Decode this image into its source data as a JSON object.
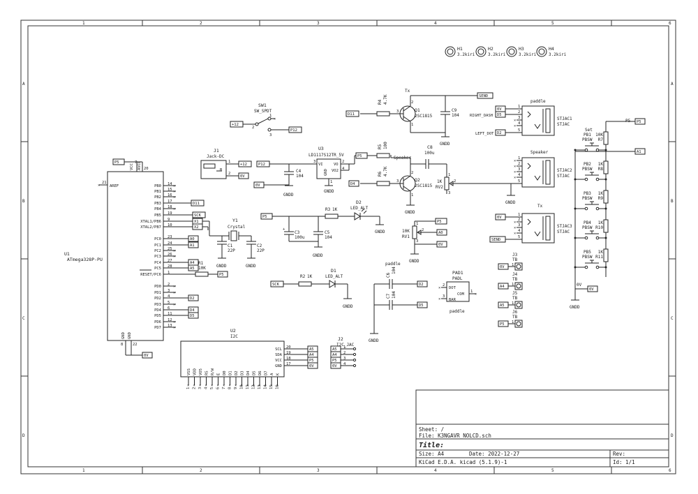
{
  "frame": {
    "cols": [
      "1",
      "2",
      "3",
      "4",
      "5",
      "6"
    ],
    "rows": [
      "A",
      "B",
      "C",
      "D"
    ]
  },
  "title_block": {
    "sheet": "Sheet: /",
    "file": "File: K3NGAVR_NOLCD.sch",
    "title": "Title:",
    "size": "Size: A4",
    "date": "Date: 2022-12-27",
    "rev": "Rev:",
    "tool": "KiCad E.D.A.  kicad (5.1.9)-1",
    "id": "Id: 1/1"
  },
  "holes": [
    {
      "ref": "H1",
      "val": "3.2kiri"
    },
    {
      "ref": "H2",
      "val": "3.2kiri"
    },
    {
      "ref": "H3",
      "val": "3.2kiri"
    },
    {
      "ref": "H4",
      "val": "3.2kiri"
    }
  ],
  "u1": {
    "ref": "U1",
    "value": "ATmega328P-PU",
    "top_pins": [
      {
        "num": "7",
        "name": "VCC"
      },
      {
        "num": "20",
        "name": "AVCC"
      }
    ],
    "aref": {
      "num": "21",
      "name": "AREF"
    },
    "right_pins": [
      {
        "name": "PB0",
        "num": "14"
      },
      {
        "name": "PB1",
        "num": "15"
      },
      {
        "name": "PB2",
        "num": "16"
      },
      {
        "name": "PB3",
        "num": "17"
      },
      {
        "name": "PB4",
        "num": "18"
      },
      {
        "name": "PB5",
        "num": "19"
      },
      {
        "name": "XTAL1/PB6",
        "num": "9"
      },
      {
        "name": "XTAL2/PB7",
        "num": "10"
      },
      {
        "name": "PC0",
        "num": "23"
      },
      {
        "name": "PC1",
        "num": "24"
      },
      {
        "name": "PC2",
        "num": "25"
      },
      {
        "name": "PC3",
        "num": "26"
      },
      {
        "name": "PC4",
        "num": "27"
      },
      {
        "name": "PC5",
        "num": "28"
      },
      {
        "name": "RESET/PC6",
        "num": "1"
      },
      {
        "name": "PD0",
        "num": "2"
      },
      {
        "name": "PD1",
        "num": "3"
      },
      {
        "name": "PD2",
        "num": "4"
      },
      {
        "name": "PD3",
        "num": "5"
      },
      {
        "name": "PD4",
        "num": "6"
      },
      {
        "name": "PD5",
        "num": "11"
      },
      {
        "name": "PD6",
        "num": "12"
      },
      {
        "name": "PD7",
        "num": "13"
      }
    ],
    "gnd_pins": [
      {
        "num": "8",
        "name": "GND"
      },
      {
        "num": "22",
        "name": "GND"
      }
    ],
    "labels": {
      "p5": "P5",
      "d11": "D11",
      "sck": "SCK",
      "x1": "X1",
      "x2": "X2",
      "a0": "A0",
      "a1": "A1",
      "a4": "A4",
      "a5": "A5",
      "d2": "D2",
      "d4": "D4",
      "d5": "D5",
      "zero_v": "0V",
      "r1_p5": "P5"
    }
  },
  "r1": {
    "ref": "R1",
    "val": "10K"
  },
  "y1": {
    "ref": "Y1",
    "val": "Crystal"
  },
  "c1": {
    "ref": "C1",
    "val": "22P"
  },
  "c2": {
    "ref": "C2",
    "val": "22P"
  },
  "gndd": "GNDD",
  "sw1": {
    "ref": "SW1",
    "val": "SW_SPDT",
    "plus12": "+12",
    "p12": "P12",
    "pins": [
      "2",
      "1",
      "3"
    ]
  },
  "j1": {
    "ref": "J1",
    "val": "Jack-DC",
    "pin1": "+12",
    "pin2": "0V",
    "pins": [
      "1",
      "2"
    ],
    "b": "B"
  },
  "u3": {
    "ref": "U3",
    "val": "LD1117S12TR_5V",
    "vi": "VI",
    "vo": "VO",
    "vo2": "VO2",
    "gnd": "GND",
    "pins": [
      "3",
      "2",
      "4",
      "1"
    ],
    "p12": "P12",
    "p5": "P5"
  },
  "c4": {
    "ref": "C4",
    "val": "104"
  },
  "zero_v": "0V",
  "r5": {
    "ref": "R5",
    "val": "100"
  },
  "c3": {
    "ref": "C3",
    "val": "100u"
  },
  "c5": {
    "ref": "C5",
    "val": "104"
  },
  "r3": {
    "ref": "R3",
    "val": "1K"
  },
  "d2": {
    "ref": "D2",
    "val": "LED_ALT"
  },
  "p5_label": "P5",
  "rv1": {
    "ref": "RV1",
    "val": "10K",
    "p5": "P5",
    "a0": "A0",
    "zero_v": "0V",
    "pins": [
      "1",
      "2",
      "3"
    ]
  },
  "r2": {
    "ref": "R2",
    "val": "1K",
    "sck": "SCK"
  },
  "d1": {
    "ref": "D1",
    "val": "LED_ALT"
  },
  "tx_label": "Tx",
  "send": "SEND",
  "r4": {
    "ref": "R4",
    "val": "4.7K"
  },
  "q1": {
    "ref": "Q1",
    "val": "2SC1815",
    "pins": [
      "2",
      "3",
      "1"
    ]
  },
  "c9": {
    "ref": "C9",
    "val": "104"
  },
  "d11": "D11",
  "speaker_label": "Speaker",
  "r6": {
    "ref": "R6",
    "val": "4.7K"
  },
  "q2": {
    "ref": "Q2",
    "val": "2SC1815",
    "pins": [
      "2",
      "3",
      "1"
    ]
  },
  "c8": {
    "ref": "C8",
    "val": "100u"
  },
  "rv2": {
    "ref": "RV2",
    "val": "1K",
    "pins": [
      "1",
      "2",
      "3"
    ]
  },
  "d4": "D4",
  "paddle_title": "paddle",
  "j_paddle": {
    "ref": "STJAC1",
    "val": "STJAC",
    "zero_v": "0V",
    "right": "RIGHT_DASH",
    "left": "LEFT_DOT",
    "d5": "D5",
    "d2": "D2",
    "pins": [
      "1",
      "2",
      "3",
      "4",
      "5"
    ]
  },
  "j_speaker": {
    "ref": "STJAC2",
    "val": "STJAC",
    "title": "Speaker",
    "pins": [
      "1",
      "2",
      "3",
      "4",
      "5"
    ]
  },
  "j_tx": {
    "ref": "STJAC3",
    "val": "STJAC",
    "title": "Tx",
    "zero_v": "0V",
    "send": "SEND",
    "pins": [
      "1",
      "2",
      "3",
      "4",
      "5"
    ]
  },
  "c6": {
    "ref": "C6",
    "val": "104",
    "d2": "D2"
  },
  "c7": {
    "ref": "C7",
    "val": "104",
    "d5": "D5"
  },
  "pad1": {
    "ref": "PAD1",
    "val": "PADL",
    "dot": "DOT",
    "bar": "BAR",
    "com": "COM",
    "footer": "paddle",
    "pins": [
      "2",
      "3",
      "1"
    ]
  },
  "tb": [
    {
      "ref": "J3",
      "val": "TB",
      "net": "0V",
      "pin": "1"
    },
    {
      "ref": "J4",
      "val": "TB",
      "net": "A4",
      "pin": "1"
    },
    {
      "ref": "J5",
      "val": "TB",
      "net": "A5",
      "pin": "1"
    },
    {
      "ref": "J6",
      "val": "TB",
      "net": "P5",
      "pin": "1"
    }
  ],
  "u2": {
    "ref": "U2",
    "val": "I2C",
    "right_pins": [
      {
        "name": "SCL",
        "num": "20",
        "net": "A5"
      },
      {
        "name": "SDA",
        "num": "19",
        "net": "A4"
      },
      {
        "name": "VCC",
        "num": "18",
        "net": "P5"
      },
      {
        "name": "GND",
        "num": "17",
        "net": "0V"
      }
    ],
    "bottom_pins": [
      "VSS",
      "VDD",
      "VO5",
      "RS",
      "R/W",
      "E",
      "D0",
      "D1",
      "D2",
      "D3",
      "D4",
      "D5",
      "D6",
      "D7",
      "A",
      "K"
    ]
  },
  "j2": {
    "ref": "J2",
    "val": "I2C_JAC",
    "nets": [
      "A5",
      "A4",
      "P5",
      "0V"
    ],
    "pins": [
      "1",
      "2",
      "3",
      "4"
    ]
  },
  "buttons": {
    "p5": "P5",
    "a1": "A1",
    "zero_v": "0V",
    "set": "Set",
    "items": [
      {
        "ref": "PB1",
        "val": "PBSW",
        "r_ref": "R7",
        "r_val": "10K"
      },
      {
        "ref": "PB2",
        "val": "PBSW",
        "r_ref": "R8",
        "r_val": "1K"
      },
      {
        "ref": "PB3",
        "val": "PBSW",
        "r_ref": "R9",
        "r_val": "1K"
      },
      {
        "ref": "PB4",
        "val": "PBSW",
        "r_ref": "R10",
        "r_val": "1K"
      },
      {
        "ref": "PB5",
        "val": "PBSW",
        "r_ref": "R11",
        "r_val": "1K"
      }
    ]
  }
}
